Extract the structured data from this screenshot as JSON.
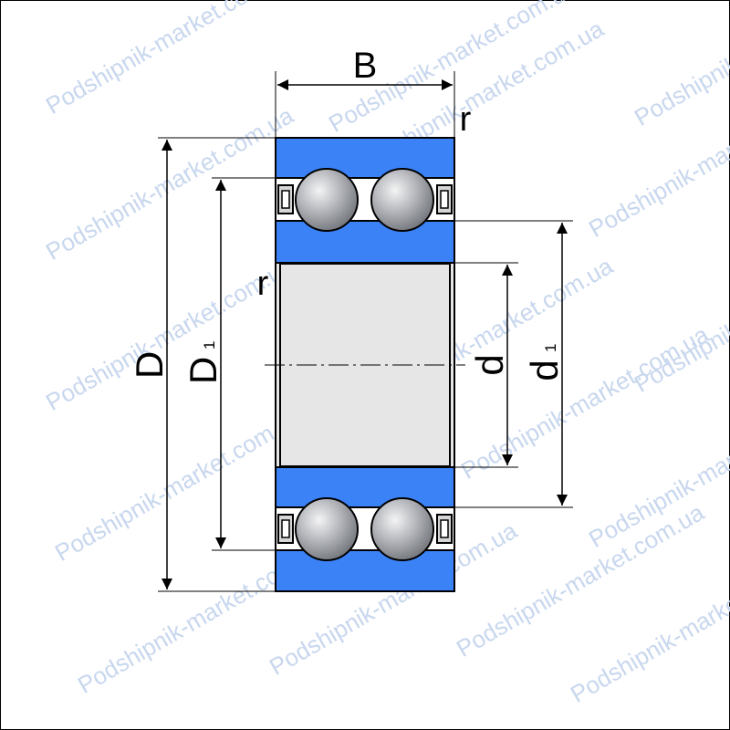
{
  "watermark": {
    "text": "Podshipnik-market.com.ua",
    "color": "#c8d7ee"
  },
  "labels": {
    "width": "B",
    "outer_diameter": "D",
    "outer_ring_land": "D",
    "outer_ring_land_sub": "1",
    "bore": "d",
    "inner_ring_land": "d",
    "inner_ring_land_sub": "1",
    "radius_top": "r",
    "radius_left": "r"
  },
  "colors": {
    "ring": "#3b82f6",
    "bore": "#e6e6e6",
    "ball": "#a9acb2",
    "cage": "#d6d6d6",
    "line": "#000000"
  }
}
